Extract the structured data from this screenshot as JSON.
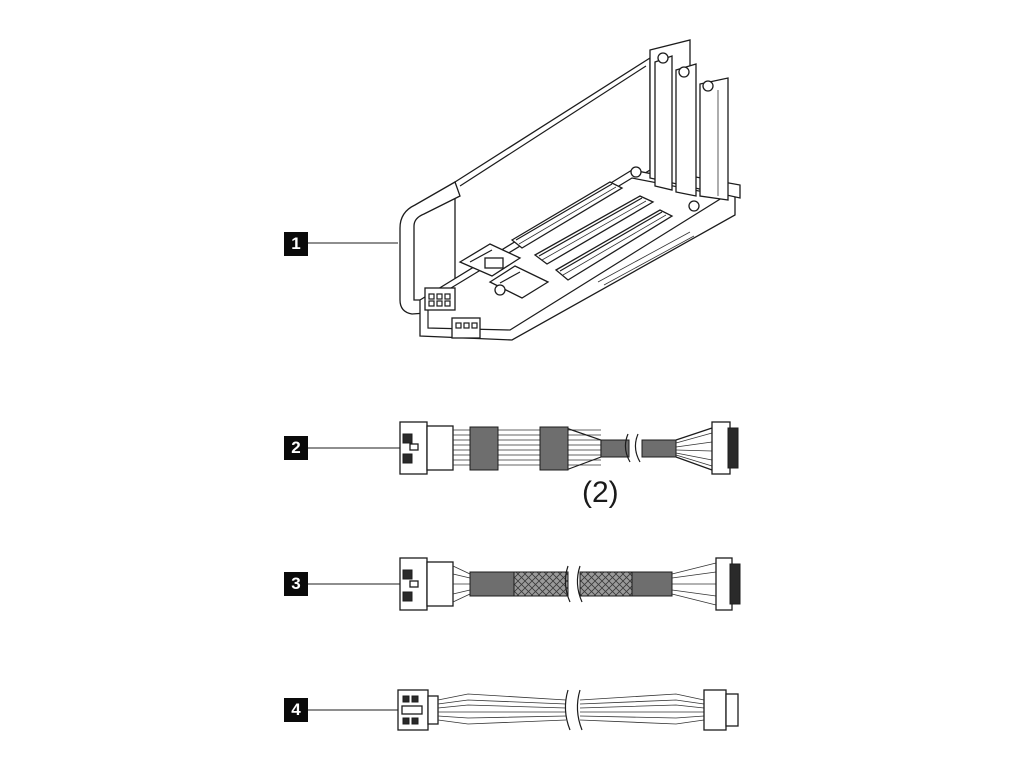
{
  "callouts": [
    {
      "label": "1"
    },
    {
      "label": "2"
    },
    {
      "label": "3"
    },
    {
      "label": "4"
    }
  ],
  "quantity_label": "(2)",
  "colors": {
    "line": "#1c1c1c",
    "sleeve": "#6e6e6e",
    "callout_bg": "#0a0a0a"
  }
}
